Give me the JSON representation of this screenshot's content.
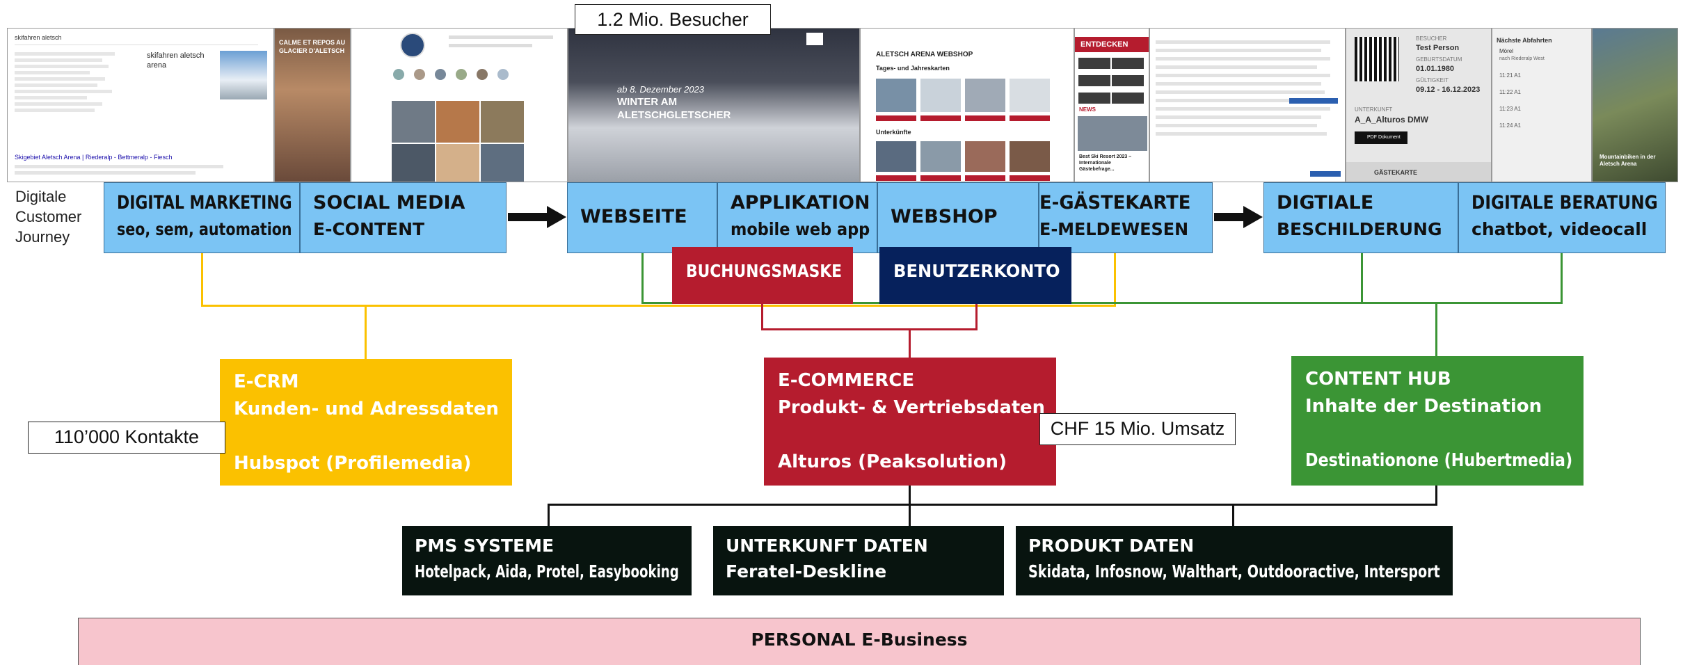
{
  "colors": {
    "light_blue": "#7bc4f4",
    "yellow": "#fbc100",
    "red": "#b51c2e",
    "navy": "#06215c",
    "green": "#3b9535",
    "black": "#08140f",
    "pink": "#f7c5cd"
  },
  "callouts": {
    "visitors": "1.2 Mio. Besucher",
    "contacts": "110’000 Kontakte",
    "revenue": "CHF 15 Mio. Umsatz"
  },
  "journey_label": [
    "Digitale",
    "Customer",
    "Journey"
  ],
  "screenshots": {
    "search": {
      "query": "skifahren aletsch",
      "panel_title": "skifahren aletsch arena",
      "result": "Skigebiet Aletsch Arena | Riederalp - Bettmeralp - Fiesch"
    },
    "social": {
      "story_text": "CALME ET REPOS AU GLACIER D'ALETSCH"
    },
    "website": {
      "hero_date": "ab 8. Dezember 2023",
      "hero_title": "WINTER AM ALETSCHGLETSCHER"
    },
    "webshop": {
      "title": "ALETSCH ARENA WEBSHOP",
      "section1": "Tages- und Jahreskarten",
      "section2": "Unterkünfte"
    },
    "app": {
      "header": "ENTDECKEN",
      "news": "NEWS",
      "article": "Best Ski Resort 2023 – Internationale Gästebefrage..."
    },
    "guestcard": {
      "guest_label": "BESUCHER",
      "guest_name": "Test Person",
      "birth_label": "GEBURTSDATUM",
      "birth": "01.01.1980",
      "valid_label": "GÜLTIGKEIT",
      "valid": "09.12 - 16.12.2023",
      "lodging_label": "UNTERKUNFT",
      "lodging": "A_A_Alturos DMW",
      "pdf": "PDF Dokument",
      "footer": "GÄSTEKARTE"
    },
    "signage": {
      "title": "Nächste Abfahrten",
      "from": "Mörel",
      "to": "nach Riederalp West",
      "departures": [
        "11:21 A1",
        "11:22 A1",
        "11:23 A1",
        "11:24 A1"
      ]
    },
    "beratung": {
      "caption": "Mountainbiken in der Aletsch Arena"
    }
  },
  "journey_steps": [
    {
      "l1": "DIGITAL MARKETING",
      "l2": "seo, sem, automation"
    },
    {
      "l1": "SOCIAL MEDIA",
      "l2": "E-CONTENT"
    },
    {
      "l1": "WEBSEITE",
      "l2": ""
    },
    {
      "l1": "APPLIKATION",
      "l2": "mobile web app"
    },
    {
      "l1": "WEBSHOP",
      "l2": ""
    },
    {
      "l1": "E-GÄSTEKARTE",
      "l2": "E-MELDEWESEN"
    },
    {
      "l1": "DIGTIALE",
      "l2": "BESCHILDERUNG"
    },
    {
      "l1": "DIGITALE BERATUNG",
      "l2": "chatbot, videocall"
    }
  ],
  "booking": {
    "mask": "BUCHUNGSMASKE",
    "account": "BENUTZERKONTO"
  },
  "hubs": {
    "crm": {
      "title": "E-CRM",
      "sub": "Kunden- und Adressdaten",
      "system": "Hubspot (Profilemedia)"
    },
    "ecommerce": {
      "title": "E-COMMERCE",
      "sub": "Produkt- & Vertriebsdaten",
      "system": "Alturos (Peaksolution)"
    },
    "content": {
      "title": "CONTENT HUB",
      "sub": "Inhalte der Destination",
      "system": "Destinationone (Hubertmedia)"
    }
  },
  "sources": [
    {
      "title": "PMS SYSTEME",
      "detail": "Hotelpack, Aida, Protel, Easybooking"
    },
    {
      "title": "UNTERKUNFT DATEN",
      "detail": "Feratel-Deskline"
    },
    {
      "title": "PRODUKT DATEN",
      "detail": "Skidata, Infosnow, Walthart, Outdooractive, Intersport"
    }
  ],
  "footer": "PERSONAL E-Business"
}
